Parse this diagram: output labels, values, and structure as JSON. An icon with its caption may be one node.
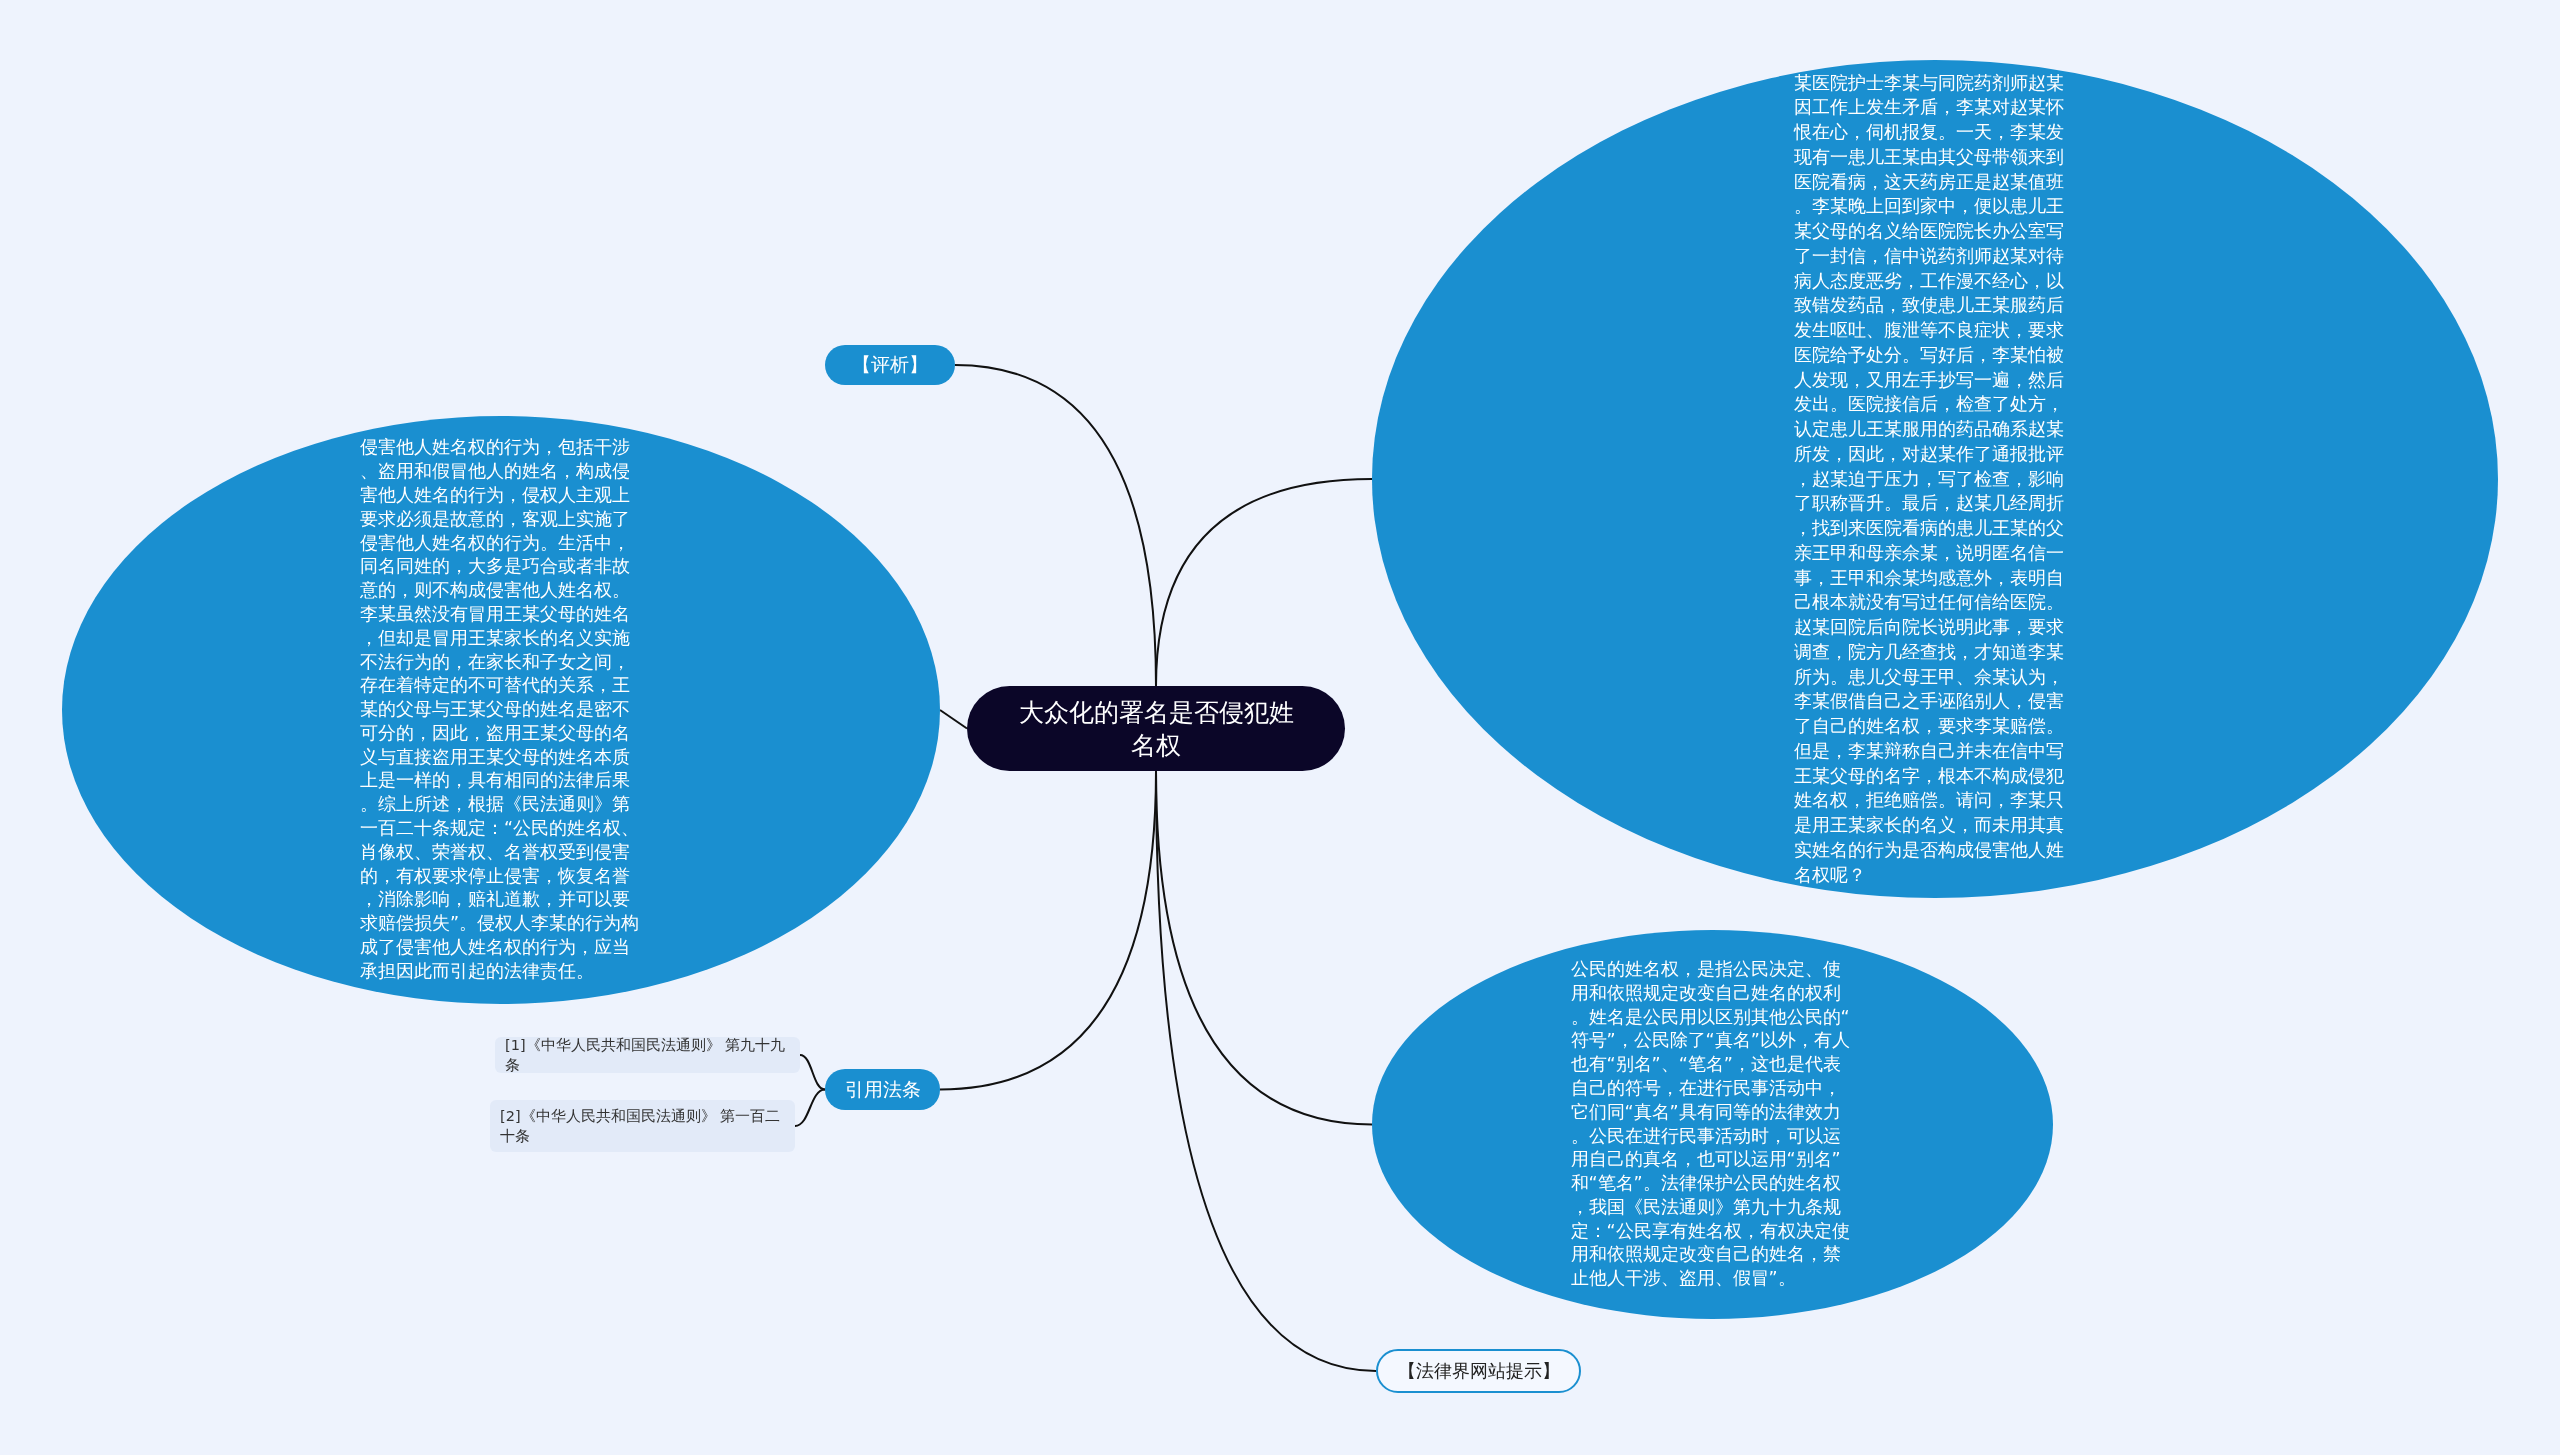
{
  "diagram": {
    "nodes": [
      {
        "text": [
          "大众化的署名是否侵犯姓名权"
        ]
      },
      {
        "text": [
          "【评析】"
        ]
      },
      {
        "text": [
          "侵害他人姓名权的行为，包括干涉、盗用和假冒他人的姓名，构成侵害他人姓名的行为，侵权人主观上要求必须是故意的，客观上实施了侵害他人姓名权的行为。生活中，同名同姓的，大多是巧合或者非故意的，则不构成侵害他人姓名权。李某虽然没有冒用王某父母的姓名，但却是冒用王某家长的名义实施不法行为的，在家长和子女之间，存在着特定的不可替代的关系，王某的父母与王某父母的姓名是密不可分的，因此，盗用王某父母的名义与直接盗用王某父母的姓名本质上是一样的，具有相同的法律后果。综上所述，根据《民法通则》第一百二十条规定：“公民的姓名权、肖像权、荣誉权、名誉权受到侵害的，有权要求停止侵害，恢复名誉，消除影响，赔礼道歉，并可以要求赔偿损失”。侵权人李某的行为构成了侵害他人姓名权的行为，应当承担因此而引起的法律责任。"
        ]
      },
      {
        "text": [
          "某医院护士李某与同院药剂师赵某因工作上发生矛盾，李某对赵某怀恨在心，伺机报复。一天，李某发现有一患儿王某由其父母带领来到医院看病，这天药房正是赵某值班。李某晚上回到家中，便以患儿王某父母的名义给医院院长办公室写了一封信，信中说药剂师赵某对待病人态度恶劣，工作漫不经心，以致错发药品，致使患儿王某服药后发生呕吐、腹泄等不良症状，要求医院给予处分。写好后，李某怕被人发现，又用左手抄写一遍，然后发出。医院接信后，检查了处方，认定患儿王某服用的药品确系赵某所发，因此，对赵某作了通报批评，赵某迫于压力，写了检查，影响了职称晋升。最后，赵某几经周折，找到来医院看病的患儿王某的父亲王甲和母亲佘某，说明匿名信一事，王甲和佘某均感意外，表明自己根本就没有写过任何信给医院。赵某回院后向院长说明此事，要求调查，院方几经查找，才知道李某所为。患儿父母王甲、佘某认为，李某假借自己之手诬陷别人，侵害了自己的姓名权，要求李某赔偿。但是，李某辩称自己并未在信中写王某父母的名字，根本不构成侵犯姓名权，拒绝赔偿。请问，李某只是用王某家长的名义，而未用其真实姓名的行为是否构成侵害他人姓名权呢？"
        ]
      },
      {
        "text": [
          "引用法条"
        ]
      },
      {
        "text": [
          "[1]《中华人民共和国民法通则》 第九十九条"
        ]
      },
      {
        "text": [
          "[2]《中华人民共和国民法通则》 第一百二十条"
        ]
      },
      {
        "text": [
          "公民的姓名权，是指公民决定、使用和依照规定改变自己姓名的权利。姓名是公民用以区别其他公民的“符号”，公民除了“真名”以外，有人也有“别名”、“笔名”，这也是代表自己的符号，在进行民事活动中，它们同“真名”具有同等的法律效力。公民在进行民事活动时，可以运用自己的真名，也可以运用“别名”和“笔名”。法律保护公民的姓名权，我国《民法通则》第九十九条规定：“公民享有姓名权，有权决定使用和依照规定改变自己的姓名，禁止他人干涉、盗用、假冒”。"
        ]
      },
      {
        "text": [
          "【法律界网站提示】"
        ]
      }
    ],
    "edges": [
      {
        "from": 0,
        "to": 1,
        "arrow": "none"
      },
      {
        "from": 0,
        "to": 3,
        "arrow": "none"
      },
      {
        "from": 0,
        "to": 2,
        "arrow": "none"
      },
      {
        "from": 0,
        "to": 4,
        "arrow": "none"
      },
      {
        "from": 4,
        "to": 5,
        "arrow": "none"
      },
      {
        "from": 4,
        "to": 6,
        "arrow": "none"
      },
      {
        "from": 0,
        "to": 7,
        "arrow": "none"
      },
      {
        "from": 0,
        "to": 8,
        "arrow": "none"
      }
    ]
  }
}
